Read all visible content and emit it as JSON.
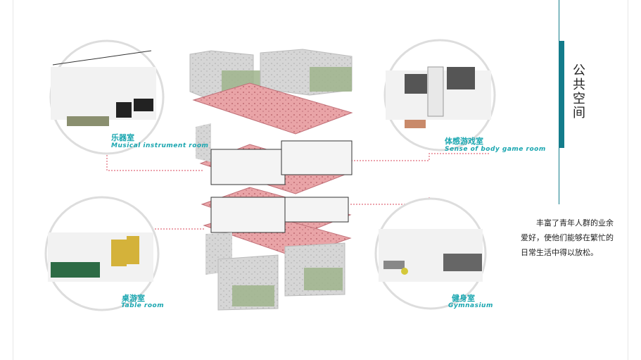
{
  "title": "公共空间",
  "description": "丰富了青年人群的业余爱好，使他们能够在繁忙的日常生活中得以放松。",
  "rooms": [
    {
      "cn": "乐器室",
      "en": "Musical instrument room"
    },
    {
      "cn": "体感游戏室",
      "en": "Sense of body game room"
    },
    {
      "cn": "桌游室",
      "en": "Table room"
    },
    {
      "cn": "健身室",
      "en": "Gymnasium"
    }
  ],
  "colors": {
    "accent": "#137c8b",
    "label": "#1aa6b0",
    "slab": "#e8a5a8",
    "dotted": "#e06a7a",
    "concrete": "#d9d9d9",
    "glass": "#9fb48c"
  }
}
